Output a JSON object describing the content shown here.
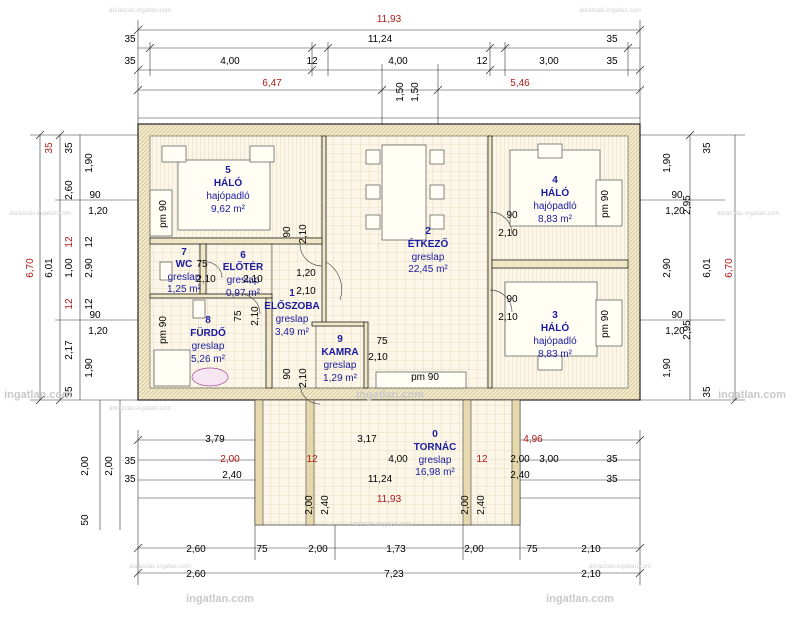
{
  "dims_top": {
    "total_a": "11,93",
    "total_b": "11,24",
    "edge": "35",
    "seg1": "4,00",
    "mid": "12",
    "seg2": "4,00",
    "seg3": "3,00",
    "left_part": "6,47",
    "right_part": "5,46",
    "gap": "1,50"
  },
  "dims_bottom": {
    "left_w": "3,79",
    "porch_w": "3,17",
    "right_w": "4,96",
    "edge": "35",
    "h200": "2,00",
    "h240": "2,40",
    "mid": "12",
    "seg_a": "4,00",
    "seg_b": "3,00",
    "total_b": "11,24",
    "total_a": "11,93",
    "v50": "50",
    "b1": "2,60",
    "b2": "75",
    "b3": "2,00",
    "b4": "1,73",
    "b7": "2,10",
    "c2": "7,23"
  },
  "dims_left": {
    "edge": "35",
    "d1": "1,90",
    "d2": "2,60",
    "d3": "12",
    "d4": "1,00",
    "d5": "2,90",
    "d6": "2,17",
    "total_a": "6,70",
    "total_b": "6,01",
    "w90": "90",
    "h120": "1,20"
  },
  "dims_right": {
    "edge": "35",
    "d1": "1,90",
    "d2": "2,95",
    "d3": "2,90",
    "total_a": "6,70",
    "total_b": "6,01",
    "w90": "90",
    "h120": "1,20"
  },
  "rooms": {
    "r5": {
      "num": "5",
      "name": "HÁLÓ",
      "mat": "hajópadló",
      "area": "9,62 m²"
    },
    "r4": {
      "num": "4",
      "name": "HÁLÓ",
      "mat": "hajópadló",
      "area": "8,83 m²"
    },
    "r2": {
      "num": "2",
      "name": "ÉTKEZŐ",
      "mat": "greslap",
      "area": "22,45 m²"
    },
    "r3": {
      "num": "3",
      "name": "HÁLÓ",
      "mat": "hajópadló",
      "area": "8,83 m²"
    },
    "r7": {
      "num": "7",
      "name": "WC",
      "mat": "greslap",
      "area": "1,25 m²"
    },
    "r6": {
      "num": "6",
      "name": "ELŐTÉR",
      "mat": "greslap",
      "area": "0,97 m²"
    },
    "r1": {
      "num": "1",
      "name": "ELŐSZOBA",
      "mat": "greslap",
      "area": "3,49 m²"
    },
    "r8": {
      "num": "8",
      "name": "FÜRDŐ",
      "mat": "greslap",
      "area": "5,26 m²"
    },
    "r9": {
      "num": "9",
      "name": "KAMRA",
      "mat": "greslap",
      "area": "1,29 m²"
    },
    "r0": {
      "num": "0",
      "name": "TORNÁC",
      "mat": "greslap",
      "area": "16,98 m²"
    }
  },
  "openings": {
    "pm90": "pm 90",
    "d90": "90",
    "d210": "2,10",
    "d75": "75",
    "d120": "1,20"
  },
  "watermark": {
    "brand": "ingatlan.com",
    "small": "ábrázolás.ingatlan.com"
  }
}
